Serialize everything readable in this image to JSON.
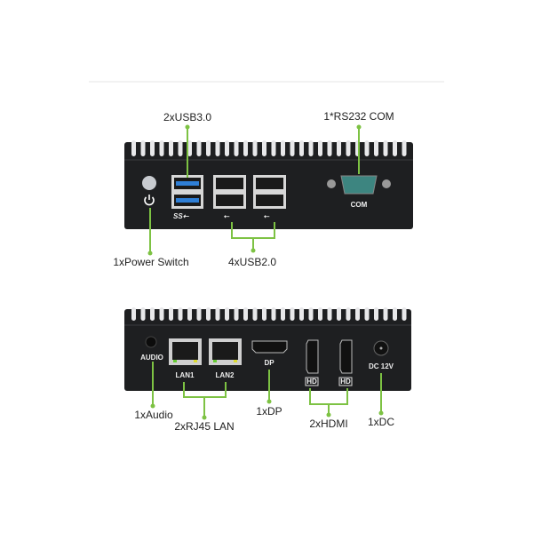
{
  "front_panel": {
    "callouts": {
      "usb3": "2xUSB3.0",
      "com": "1*RS232 COM",
      "power": "1xPower Switch",
      "usb2": "4xUSB2.0"
    },
    "port_labels": {
      "com": "COM"
    }
  },
  "rear_panel": {
    "callouts": {
      "audio": "1xAudio",
      "lan": "2xRJ45 LAN",
      "dp": "1xDP",
      "hdmi": "2xHDMI",
      "dc": "1xDC"
    },
    "port_labels": {
      "audio": "AUDIO",
      "lan1": "LAN1",
      "lan2": "LAN2",
      "dp": "DP",
      "dc": "DC 12V"
    }
  },
  "colors": {
    "callout": "#7dc243",
    "chassis": "#1e1f21",
    "usb3_blue": "#2f7fd6",
    "com_teal": "#3d8580"
  }
}
